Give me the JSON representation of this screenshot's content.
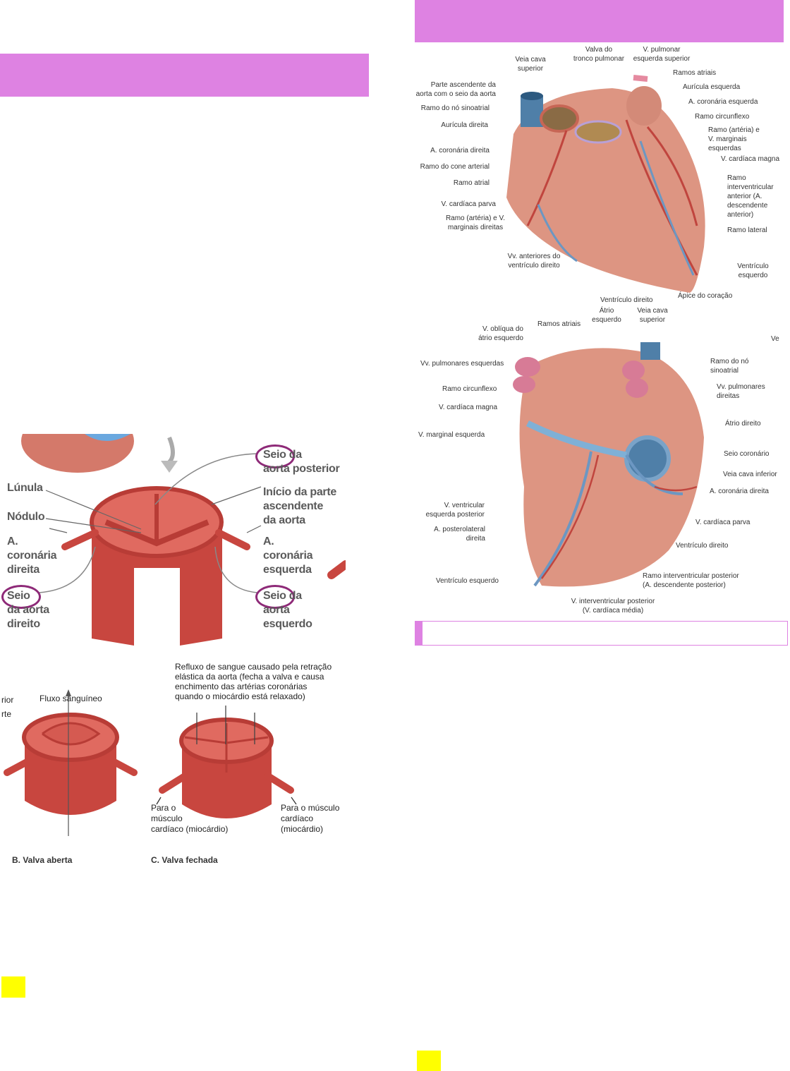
{
  "colors": {
    "header_bar": "#de82e2",
    "highlight": "#ffff00",
    "circle": "#8e2a78"
  },
  "valve_figure": {
    "labels": {
      "seio_posterior": "Seio da\naorta posterior",
      "lunula": "Lúnula",
      "inicio": "Início da parte\nascendente\nda aorta",
      "nodulo": "Nódulo",
      "coronaria_direita": "A.\ncoronária\ndireita",
      "coronaria_esquerda": "A.\ncoronária\nesquerda",
      "seio_direito": "Seio\nda aorta\ndireito",
      "seio_esquerdo": "Seio da\naorta\nesquerdo",
      "refluxo": "Refluxo de sangue causado pela retração\nelástica da aorta (fecha a valva e causa\nenchimento das artérias coronárias\nquando o miocárdio está relaxado)",
      "partial": "rior\nrte",
      "fluxo": "Fluxo sanguíneo",
      "para_esq": "Para o\nmúsculo\ncardíaco (miocárdio)",
      "para_dir": "Para o músculo\ncardíaco\n(miocárdio)",
      "caption_b": "B. Valva aberta",
      "caption_c": "C. Valva fechada"
    }
  },
  "anterior_heart": {
    "labels": [
      "Veia cava\nsuperior",
      "Valva do\ntronco pulmonar",
      "V. pulmonar\nesquerda superior",
      "Ramos atriais",
      "Parte ascendente da\naorta com o seio da aorta",
      "Aurícula esquerda",
      "Ramo do nó sinoatrial",
      "A. coronária esquerda",
      "Ramo circunflexo",
      "Aurícula direita",
      "Ramo (artéria) e\nV. marginais\nesquerdas",
      "A. coronária direita",
      "V. cardíaca magna",
      "Ramo do cone arterial",
      "Ramo atrial",
      "Ramo\ninterventricular\nanterior (A.\ndescendente\nanterior)",
      "V. cardíaca parva",
      "Ramo (artéria) e V.\nmarginais direitas",
      "Ramo lateral",
      "Vv. anteriores do\nventrículo direito",
      "Ventrículo\nesquerdo",
      "Ápice do coração",
      "Ventrículo direito"
    ]
  },
  "posterior_heart": {
    "labels": [
      "Átrio\nesquerdo",
      "Veia cava\nsuperior",
      "Ramos atriais",
      "V. oblíqua do\nátrio esquerdo",
      "Ve",
      "Vv. pulmonares esquerdas",
      "Ramo do nó\nsinoatrial",
      "Vv. pulmonares\ndireitas",
      "Ramo circunflexo",
      "V. cardíaca magna",
      "Átrio direito",
      "V. marginal esquerda",
      "Seio coronário",
      "Veia cava inferior",
      "A. coronária direita",
      "V. ventricular\nesquerda posterior",
      "A. posterolateral\ndireita",
      "V. cardíaca parva",
      "Ventrículo direito",
      "Ventrículo esquerdo",
      "Ramo interventricular posterior\n(A. descendente posterior)",
      "V. interventricular posterior\n(V. cardíaca média)"
    ]
  }
}
